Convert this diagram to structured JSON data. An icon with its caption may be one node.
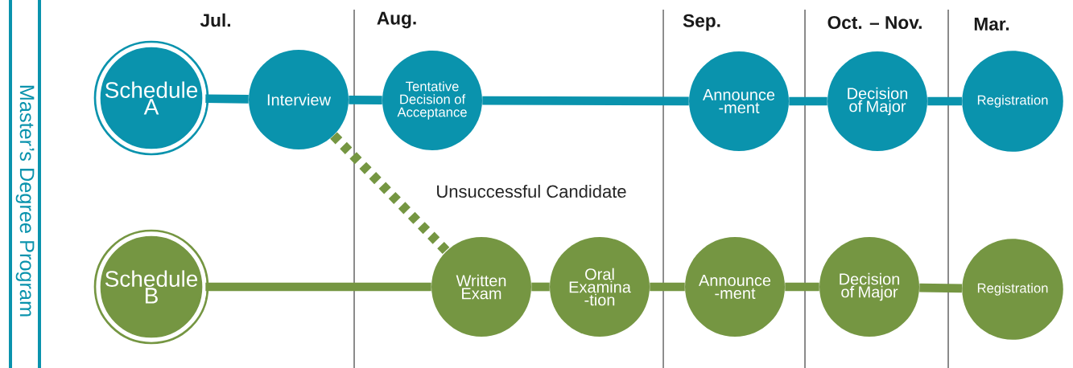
{
  "diagram": {
    "nodes": [
      {
        "text": [
          "Master’s Degree Program"
        ]
      },
      {
        "text": [
          "Schedule A"
        ]
      },
      {
        "text": [
          "Interview"
        ]
      },
      {
        "text": [
          "Tentative Decision of Acceptance"
        ]
      },
      {
        "text": [
          "Announce -ment"
        ]
      },
      {
        "text": [
          "Decision of Major"
        ]
      },
      {
        "text": [
          "Registration"
        ]
      },
      {
        "text": [
          "Schedule B"
        ]
      },
      {
        "text": [
          "Written Exam"
        ]
      },
      {
        "text": [
          "Oral Examina -tion"
        ]
      },
      {
        "text": [
          "Announce -ment"
        ]
      },
      {
        "text": [
          "Decision of Major"
        ]
      },
      {
        "text": [
          "Registration"
        ]
      }
    ],
    "edges": [
      {
        "from": 1,
        "to": 2,
        "arrow": "none",
        "color": "#0a93ad"
      },
      {
        "from": 2,
        "to": 3,
        "arrow": "none",
        "color": "#0a93ad"
      },
      {
        "from": 3,
        "to": 4,
        "arrow": "none",
        "color": "#0a93ad"
      },
      {
        "from": 4,
        "to": 5,
        "arrow": "none",
        "color": "#0a93ad"
      },
      {
        "from": 5,
        "to": 6,
        "arrow": "none",
        "color": "#0a93ad"
      },
      {
        "from": 2,
        "to": 8,
        "arrow": "none",
        "style": "dashed",
        "label": "Unsuccessful Candidate"
      },
      {
        "from": 7,
        "to": 8,
        "arrow": "none"
      },
      {
        "from": 8,
        "to": 9,
        "arrow": "none"
      },
      {
        "from": 9,
        "to": 10,
        "arrow": "none"
      },
      {
        "from": 10,
        "to": 11,
        "arrow": "none"
      },
      {
        "from": 11,
        "to": 12,
        "arrow": "none"
      }
    ],
    "labels": [
      "Jul.",
      "Aug.",
      "Sep.",
      "Oct. – Nov.",
      "Mar."
    ]
  }
}
